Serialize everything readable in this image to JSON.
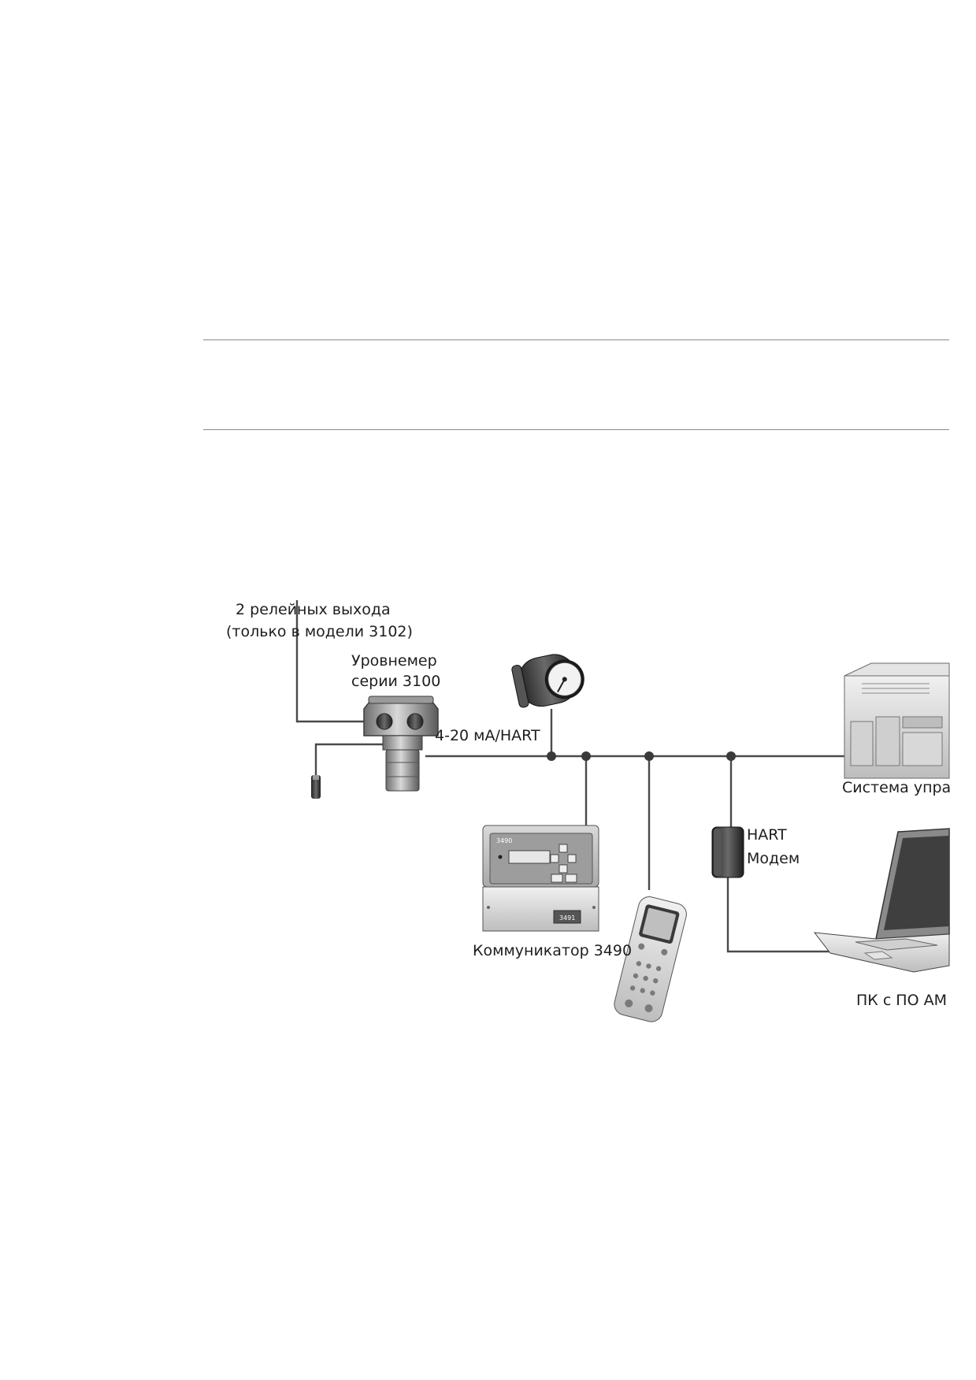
{
  "diagram": {
    "labels": {
      "relay_outputs_line1": "2 релейных выхода",
      "relay_outputs_line2": "(только в модели 3102)",
      "level_meter_line1": "Уровнемер",
      "level_meter_line2": "серии 3100",
      "signal": "4-20 мА/HART",
      "control_system": "Система упра",
      "hart_modem_line1": "HART",
      "hart_modem_line2": "Модем",
      "controller": "Коммуникатор 3490",
      "pc_software": "ПК с ПО AM"
    },
    "device_text": {
      "controller_model": "3490",
      "controller_badge": "3491"
    },
    "icons": [
      "level-transmitter-icon",
      "field-indicator-icon",
      "controller-icon",
      "handheld-communicator-icon",
      "hart-modem-icon",
      "plc-icon",
      "laptop-icon"
    ]
  }
}
